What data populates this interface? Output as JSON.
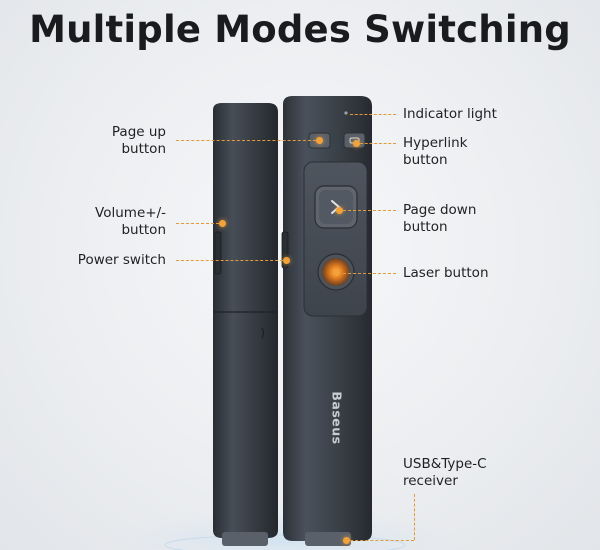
{
  "title": "Multiple Modes Switching",
  "brand": "Baseus",
  "labels": {
    "page_up": [
      "Page up",
      "button"
    ],
    "volume": [
      "Volume+/-",
      "button"
    ],
    "power": "Power switch",
    "indicator": "Indicator light",
    "hyperlink": [
      "Hyperlink",
      "button"
    ],
    "page_down": [
      "Page down",
      "button"
    ],
    "laser": "Laser button",
    "usb": [
      "USB&Type-C",
      "receiver"
    ]
  },
  "colors": {
    "accent": "#f2a23b",
    "device": "#3a4048"
  },
  "icons": {
    "page_up": "chevron-left-icon",
    "hyperlink": "hyperlink-icon",
    "page_down": "chevron-right-icon",
    "laser": "laser-icon"
  }
}
